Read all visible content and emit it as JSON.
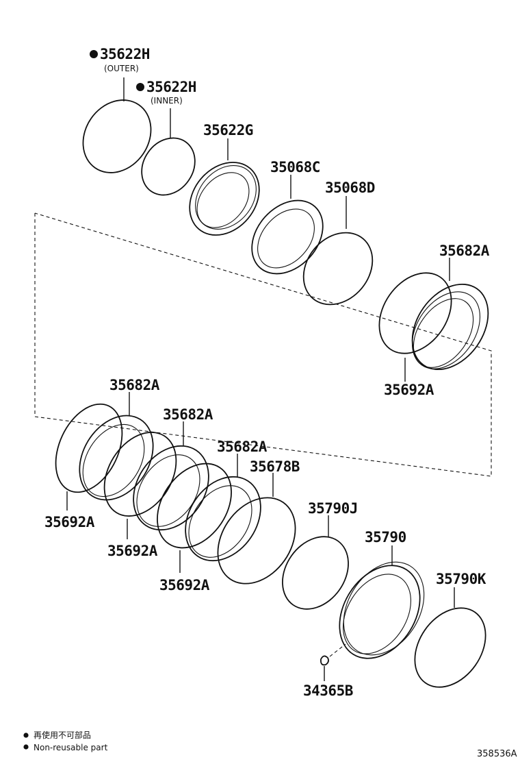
{
  "labels": {
    "p35622h_outer": "35622H",
    "p35622h_outer_sub": "(OUTER)",
    "p35622h_inner": "35622H",
    "p35622h_inner_sub": "(INNER)",
    "p35622g": "35622G",
    "p35068c": "35068C",
    "p35068d": "35068D",
    "p35682a_right": "35682A",
    "p35692a_right": "35692A",
    "p35682a_1": "35682A",
    "p35682a_2": "35682A",
    "p35682a_3": "35682A",
    "p35678b": "35678B",
    "p35692a_1": "35692A",
    "p35692a_2": "35692A",
    "p35692a_3": "35692A",
    "p35790j": "35790J",
    "p35790": "35790",
    "p35790k": "35790K",
    "p34365b": "34365B"
  },
  "legend": {
    "line1": "再使用不可部品",
    "line2": "Non-reusable part"
  },
  "diagram_code": "358536A",
  "colors": {
    "ink": "#111111",
    "background": "#ffffff"
  }
}
